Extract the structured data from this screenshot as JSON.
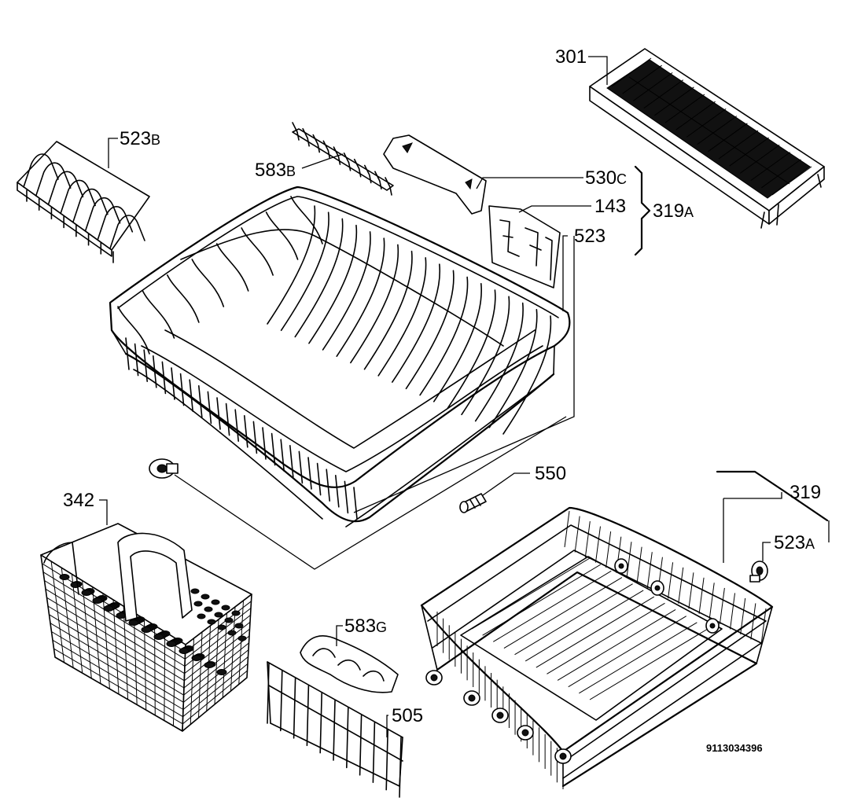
{
  "callouts": [
    {
      "id": "301",
      "main": "301",
      "sub": ""
    },
    {
      "id": "523b",
      "main": "523",
      "sub": "B"
    },
    {
      "id": "583b",
      "main": "583",
      "sub": "B"
    },
    {
      "id": "530c",
      "main": "530",
      "sub": "C"
    },
    {
      "id": "143",
      "main": "143",
      "sub": ""
    },
    {
      "id": "319a",
      "main": "319",
      "sub": "A"
    },
    {
      "id": "523",
      "main": "523",
      "sub": ""
    },
    {
      "id": "550",
      "main": "550",
      "sub": ""
    },
    {
      "id": "342",
      "main": "342",
      "sub": ""
    },
    {
      "id": "319",
      "main": "319",
      "sub": ""
    },
    {
      "id": "523a",
      "main": "523",
      "sub": "A"
    },
    {
      "id": "583g",
      "main": "583",
      "sub": "G"
    },
    {
      "id": "505",
      "main": "505",
      "sub": ""
    }
  ],
  "drawing_code": "9113034396"
}
